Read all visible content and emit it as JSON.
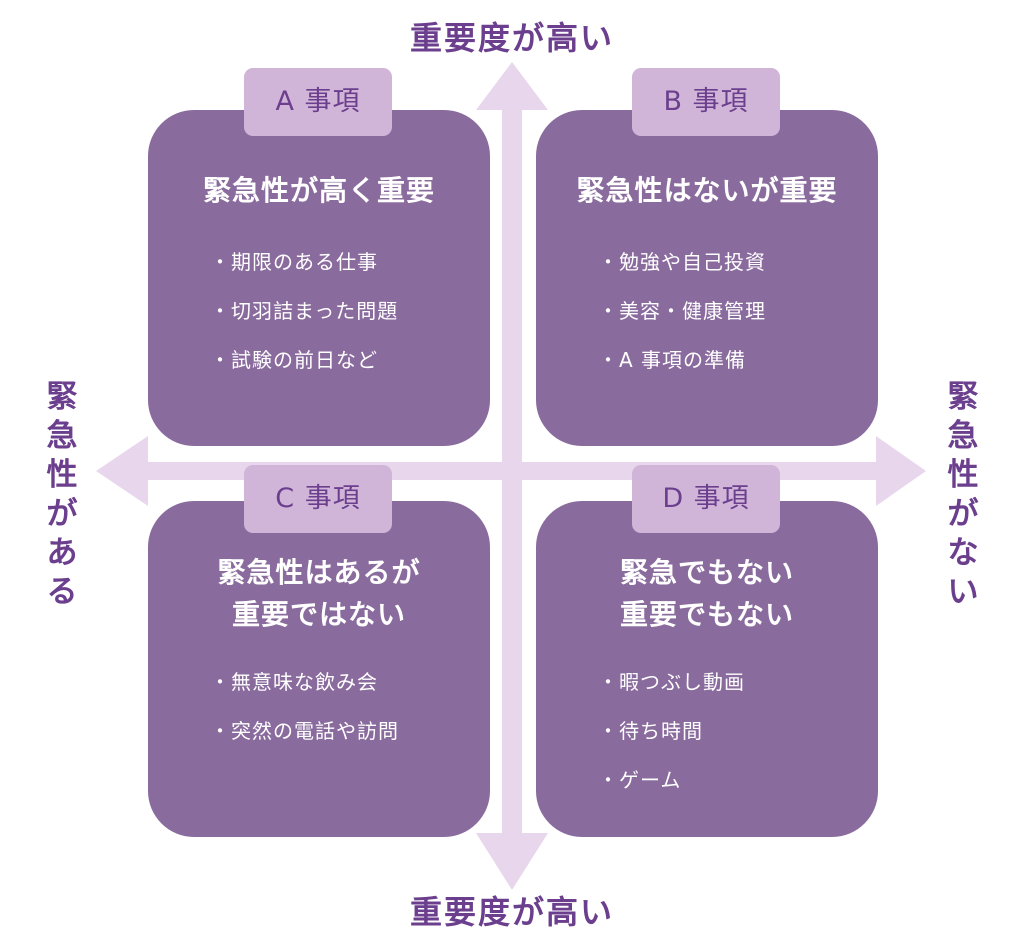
{
  "axes": {
    "top_label": "重要度が高い",
    "bottom_label": "重要度が高い",
    "left_label": "緊急性がある",
    "right_label": "緊急性がない"
  },
  "colors": {
    "accent_text": "#6b3f8e",
    "box_fill": "#8a6b9d",
    "tab_fill": "#d1b5d8",
    "arrow_fill": "#e8d7ec",
    "box_text": "#ffffff"
  },
  "quadrants": [
    {
      "tab": "A 事項",
      "title_lines": [
        "緊急性が高く重要"
      ],
      "items": [
        "・期限のある仕事",
        "・切羽詰まった問題",
        "・試験の前日など"
      ]
    },
    {
      "tab": "B 事項",
      "title_lines": [
        "緊急性はないが重要"
      ],
      "items": [
        "・勉強や自己投資",
        "・美容・健康管理",
        "・A 事項の準備"
      ]
    },
    {
      "tab": "C 事項",
      "title_lines": [
        "緊急性はあるが",
        "重要ではない"
      ],
      "items": [
        "・無意味な飲み会",
        "・突然の電話や訪問"
      ]
    },
    {
      "tab": "D 事項",
      "title_lines": [
        "緊急でもない",
        "重要でもない"
      ],
      "items": [
        "・暇つぶし動画",
        "・待ち時間",
        "・ゲーム"
      ]
    }
  ]
}
